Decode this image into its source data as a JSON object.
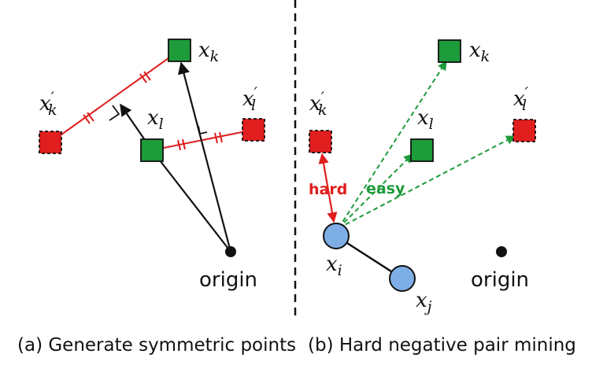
{
  "colors": {
    "positive": "#1e9b3b",
    "negative": "#e01e1e",
    "anchor": "#7eaee6",
    "hard": "#e01e1e",
    "easy": "#1e9b3b",
    "ink": "#111111"
  },
  "panel_a": {
    "caption": "(a) Generate symmetric points",
    "points": {
      "xk": {
        "base": "x",
        "sub": "k",
        "prime": ""
      },
      "xl": {
        "base": "x",
        "sub": "l",
        "prime": ""
      },
      "xk_prime": {
        "base": "x",
        "sub": "k",
        "prime": "′"
      },
      "xl_prime": {
        "base": "x",
        "sub": "l",
        "prime": "′"
      }
    },
    "origin_label": "origin"
  },
  "panel_b": {
    "caption": "(b) Hard negative pair mining",
    "points": {
      "xk": {
        "base": "x",
        "sub": "k",
        "prime": ""
      },
      "xl": {
        "base": "x",
        "sub": "l",
        "prime": ""
      },
      "xk_prime": {
        "base": "x",
        "sub": "k",
        "prime": "′"
      },
      "xl_prime": {
        "base": "x",
        "sub": "l",
        "prime": "′"
      },
      "xi": {
        "base": "x",
        "sub": "i",
        "prime": ""
      },
      "xj": {
        "base": "x",
        "sub": "j",
        "prime": ""
      }
    },
    "hard_label": "hard",
    "easy_label": "easy",
    "origin_label": "origin"
  }
}
